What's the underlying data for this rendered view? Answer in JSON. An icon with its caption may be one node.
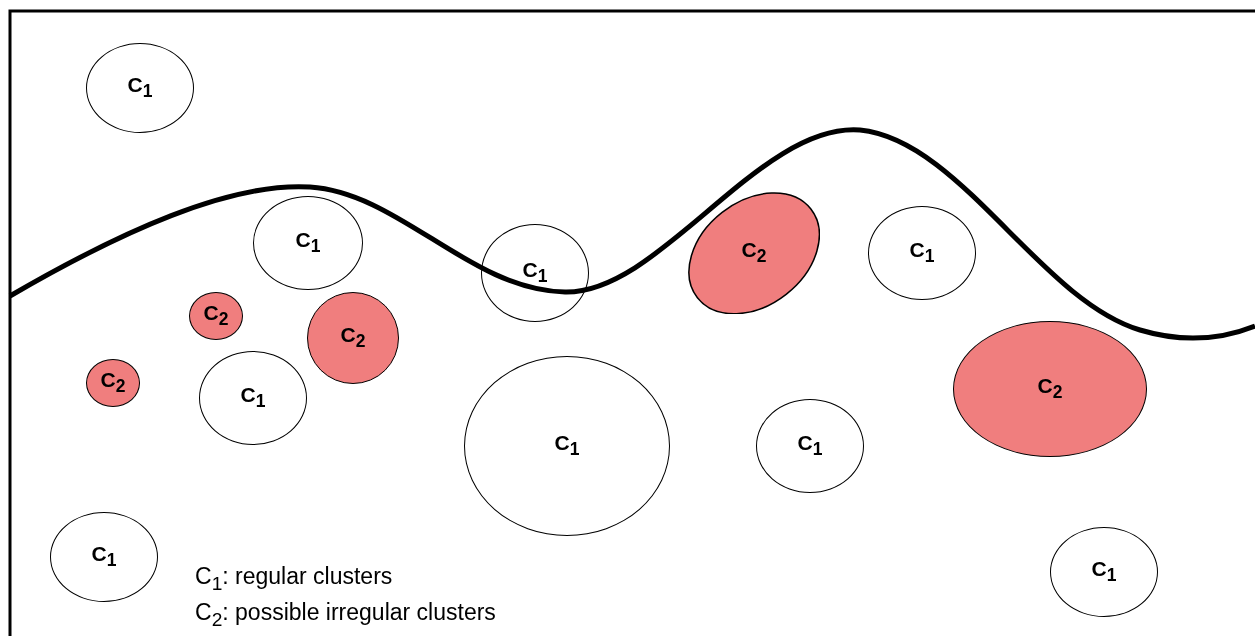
{
  "diagram": {
    "nodes": [
      {
        "text": [
          "C$_{1}$"
        ]
      },
      {
        "text": [
          "C$_{1}$"
        ]
      },
      {
        "text": [
          "C$_{2}$"
        ]
      },
      {
        "text": [
          "C$_{1}$"
        ]
      },
      {
        "text": [
          "C$_{1}$"
        ]
      },
      {
        "text": [
          "C$_{2}$"
        ]
      },
      {
        "text": [
          "C$_{2}$"
        ]
      },
      {
        "text": [
          "C$_{2}$"
        ]
      },
      {
        "text": [
          "C$_{1}$"
        ]
      },
      {
        "text": [
          "C$_{2}$"
        ]
      },
      {
        "text": [
          "C$_{1}$"
        ]
      },
      {
        "text": [
          "C$_{1}$"
        ]
      },
      {
        "text": [
          "C$_{1}$"
        ]
      },
      {
        "text": [
          "C$_{1}$"
        ]
      }
    ],
    "labels": [
      "C$_{1}$: regular clusters",
      "C$_{2}$: possible irregular clusters"
    ]
  }
}
